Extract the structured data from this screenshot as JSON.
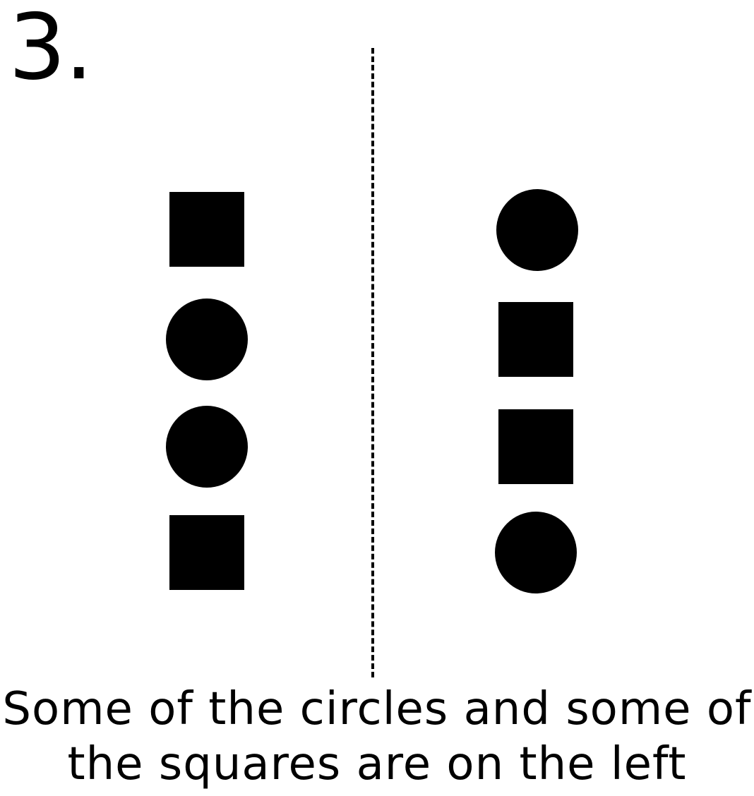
{
  "item_number": "3.",
  "left_group": {
    "shapes": [
      "square",
      "circle",
      "circle",
      "square"
    ]
  },
  "right_group": {
    "shapes": [
      "circle",
      "square",
      "square",
      "circle"
    ]
  },
  "divider": {
    "style": "dashed"
  },
  "caption": {
    "line1": "Some of the circles and some of",
    "line2": "the squares are on the left"
  },
  "colors": {
    "shape_fill": "#000000",
    "background": "#ffffff"
  }
}
